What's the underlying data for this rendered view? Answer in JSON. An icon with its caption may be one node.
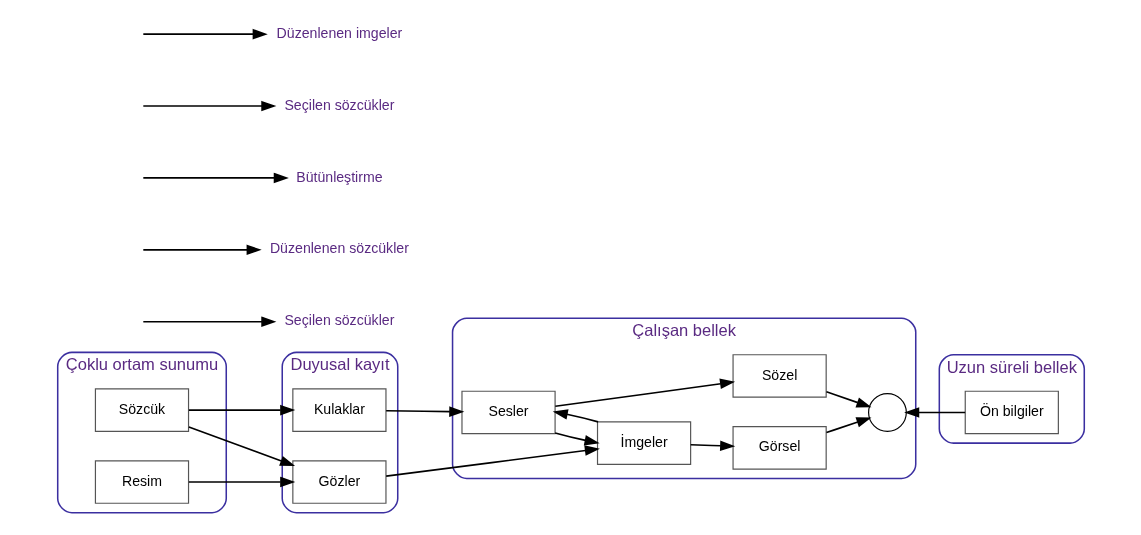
{
  "diagram": {
    "nodes": [
      {
        "text": [
          "Çoklu ortam sunumu"
        ]
      },
      {
        "text": [
          "Sözcük"
        ],
        "in": 0
      },
      {
        "text": [
          "Resim"
        ],
        "in": 0
      },
      {
        "text": [
          "Duyusal kayıt"
        ]
      },
      {
        "text": [
          "Kulaklar"
        ],
        "in": 3
      },
      {
        "text": [
          "Gözler"
        ],
        "in": 3
      },
      {
        "text": [
          "Çalışan bellek"
        ]
      },
      {
        "text": [
          "Sesler"
        ],
        "in": 6
      },
      {
        "text": [
          "İmgeler"
        ],
        "in": 6
      },
      {
        "text": [
          "Sözel"
        ],
        "in": 6
      },
      {
        "text": [
          "Görsel"
        ],
        "in": 6
      },
      {
        "text": [],
        "shape": "circle",
        "in": 6
      },
      {
        "text": [
          "Uzun süreli bellek"
        ]
      },
      {
        "text": [
          "Ön bilgiler"
        ],
        "in": 12
      },
      {
        "text": [
          "Seçilen sözcükler"
        ]
      },
      {
        "text": [
          "Düzenlenen sözcükler"
        ]
      },
      {
        "text": [
          "Bütünleştirme"
        ]
      },
      {
        "text": [
          "Seçilen sözcükler"
        ]
      },
      {
        "text": [
          "Düzenlenen imgeler"
        ]
      }
    ],
    "edges": [
      {
        "from": 1,
        "to": 4,
        "arrow": "to"
      },
      {
        "from": 1,
        "to": 5,
        "arrow": "to"
      },
      {
        "from": 2,
        "to": 5,
        "arrow": "to"
      },
      {
        "from": 4,
        "to": 7,
        "arrow": "to"
      },
      {
        "from": 5,
        "to": 8,
        "arrow": "to"
      },
      {
        "from": 7,
        "to": 9,
        "arrow": "to"
      },
      {
        "from": 8,
        "to": 10,
        "arrow": "to"
      },
      {
        "from": 8,
        "to": 7,
        "arrow": "to"
      },
      {
        "from": 7,
        "to": 8,
        "arrow": "to"
      },
      {
        "from": 9,
        "to": 11,
        "arrow": "to"
      },
      {
        "from": 10,
        "to": 11,
        "arrow": "to"
      },
      {
        "from": 13,
        "to": 11,
        "arrow": "to"
      },
      {
        "from": null,
        "to": 14,
        "arrow": "to"
      },
      {
        "from": null,
        "to": 15,
        "arrow": "to"
      },
      {
        "from": null,
        "to": 16,
        "arrow": "to"
      },
      {
        "from": null,
        "to": 17,
        "arrow": "to"
      },
      {
        "from": null,
        "to": 18,
        "arrow": "to"
      }
    ]
  }
}
